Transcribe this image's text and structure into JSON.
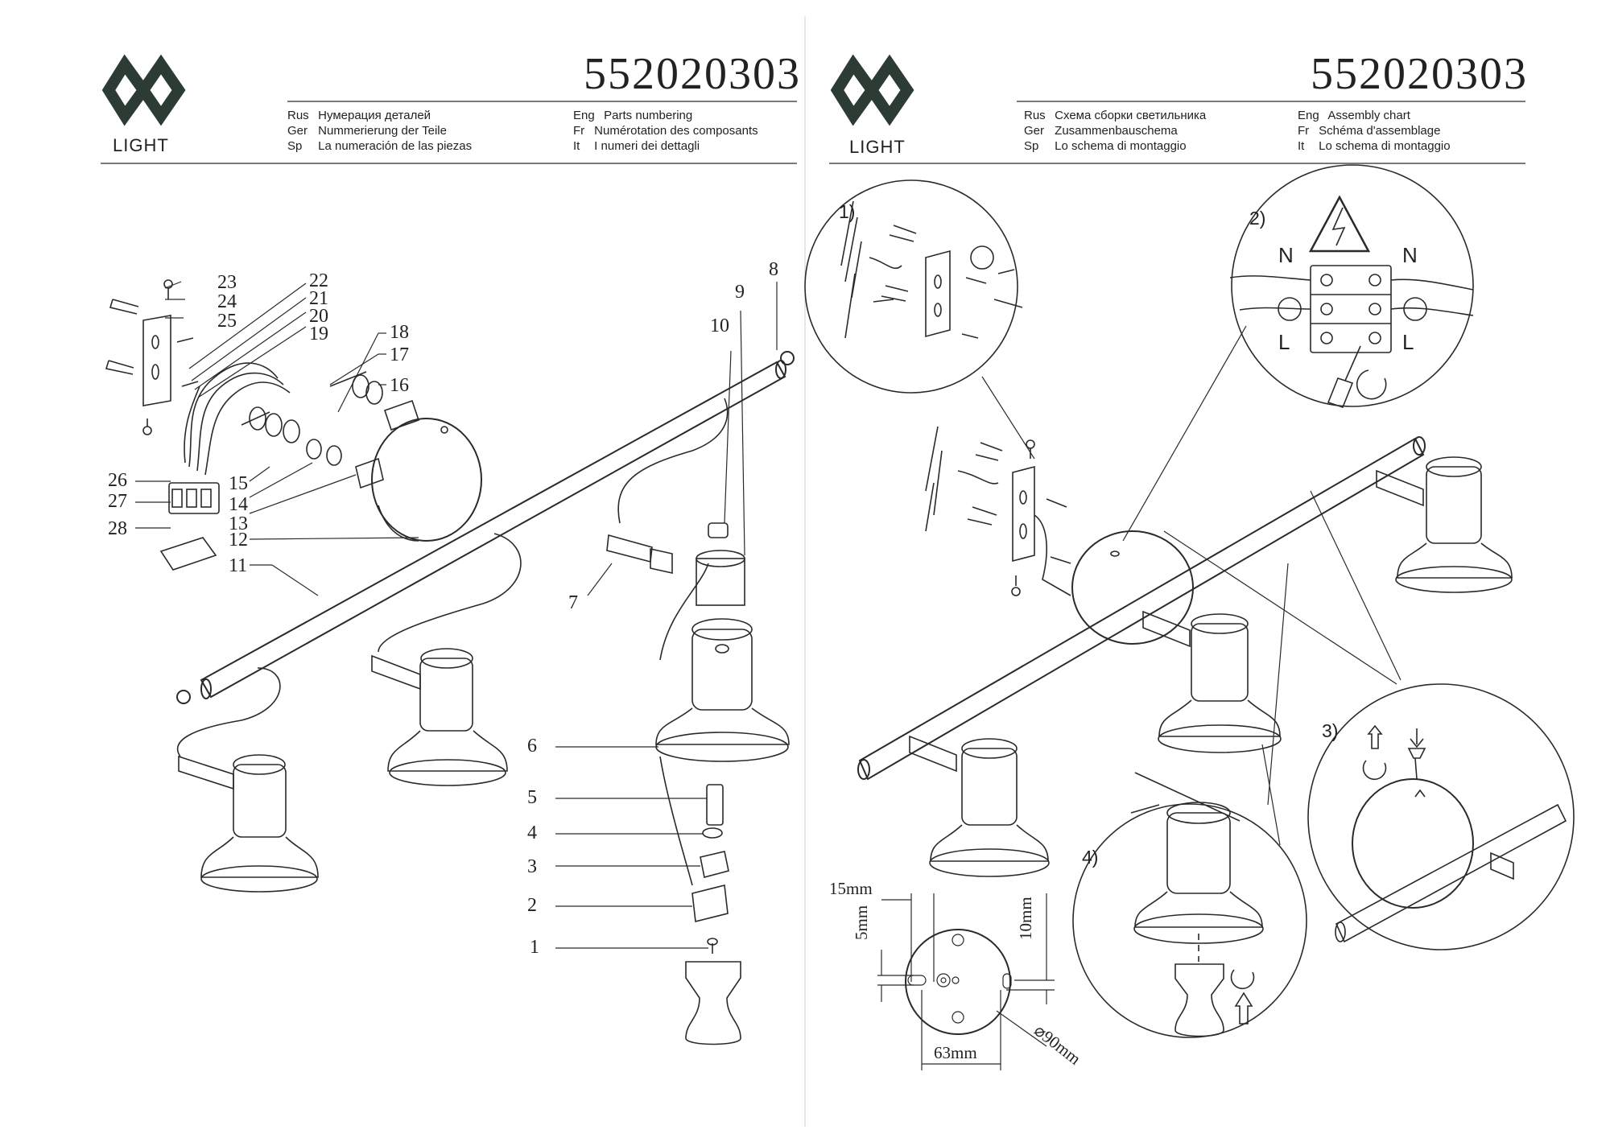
{
  "left_page": {
    "logo_text": "LIGHT",
    "product_code": "552020303",
    "headers": [
      {
        "lang": "Rus",
        "text": "Нумерация деталей"
      },
      {
        "lang": "Ger",
        "text": "Nummerierung der Teile"
      },
      {
        "lang": "Sp",
        "text": "La numeración de las piezas"
      },
      {
        "lang": "Eng",
        "text": "Parts numbering"
      },
      {
        "lang": "Fr",
        "text": "Numérotation des composants"
      },
      {
        "lang": "It",
        "text": "I numeri dei dettagli"
      }
    ],
    "part_labels": [
      "1",
      "2",
      "3",
      "4",
      "5",
      "6",
      "7",
      "8",
      "9",
      "10",
      "11",
      "12",
      "13",
      "14",
      "15",
      "16",
      "17",
      "18",
      "19",
      "20",
      "21",
      "22",
      "23",
      "24",
      "25",
      "26",
      "27",
      "28"
    ]
  },
  "right_page": {
    "logo_text": "LIGHT",
    "product_code": "552020303",
    "headers": [
      {
        "lang": "Rus",
        "text": "Схема сборки светильника"
      },
      {
        "lang": "Ger",
        "text": "Zusammenbauschema"
      },
      {
        "lang": "Sp",
        "text": "Lo schema di montaggio"
      },
      {
        "lang": "Eng",
        "text": "Assembly chart"
      },
      {
        "lang": "Fr",
        "text": "Schéma d'assemblage"
      },
      {
        "lang": "It",
        "text": "Lo schema di montaggio"
      }
    ],
    "steps": [
      "1)",
      "2)",
      "3)",
      "4)"
    ],
    "terminal_labels": {
      "n": "N",
      "l": "L"
    },
    "dimensions": {
      "d15": "15mm",
      "d5": "5mm",
      "d10": "10mm",
      "d63": "63mm",
      "d90": "⌀90mm"
    }
  }
}
